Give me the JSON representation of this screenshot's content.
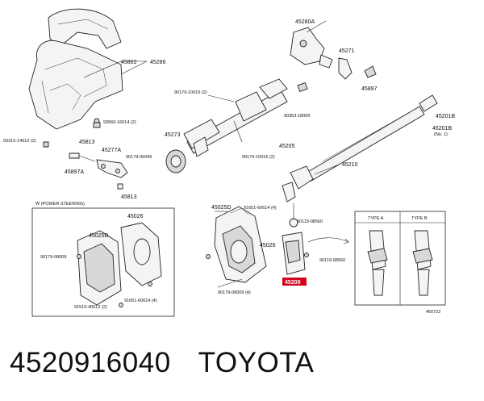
{
  "caption": {
    "part_number": "4520916040",
    "brand": "TOYOTA"
  },
  "diagram": {
    "labels": [
      {
        "id": "45286",
        "text": "45286"
      },
      {
        "id": "45802",
        "text": "45802"
      },
      {
        "id": "93560",
        "text": "93560-16014 (2)"
      },
      {
        "id": "93315",
        "text": "93315-14012 (2)"
      },
      {
        "id": "45813a",
        "text": "45813"
      },
      {
        "id": "45277a",
        "text": "45277A"
      },
      {
        "id": "90179_06045",
        "text": "90179-06045"
      },
      {
        "id": "45897a",
        "text": "45897A"
      },
      {
        "id": "45813b",
        "text": "45813"
      },
      {
        "id": "90179_10016_top",
        "text": "90179-10016 (2)"
      },
      {
        "id": "45273",
        "text": "45273"
      },
      {
        "id": "90179_10016_bot",
        "text": "90179-10016 (2)"
      },
      {
        "id": "90363",
        "text": "90363-18005"
      },
      {
        "id": "45205",
        "text": "45205"
      },
      {
        "id": "45280a",
        "text": "45280A"
      },
      {
        "id": "45271",
        "text": "45271"
      },
      {
        "id": "45897",
        "text": "45897"
      },
      {
        "id": "45201b_1",
        "text": "45201B"
      },
      {
        "id": "45201b_2",
        "text": "45201B"
      },
      {
        "id": "no1",
        "text": "(No. 1)"
      },
      {
        "id": "45210",
        "text": "45210"
      },
      {
        "id": "45025d_right",
        "text": "45025D"
      },
      {
        "id": "91651",
        "text": "91651-60614 (4)"
      },
      {
        "id": "90119_top",
        "text": "90119-08560"
      },
      {
        "id": "45026_right",
        "text": "45026"
      },
      {
        "id": "90119_bot",
        "text": "90119-08560"
      },
      {
        "id": "45209",
        "text": "45209"
      },
      {
        "id": "90179_08009_right",
        "text": "90179-08009 (4)"
      },
      {
        "id": "type_a",
        "text": "TYPE A"
      },
      {
        "id": "type_b",
        "text": "TYPE B"
      },
      {
        "id": "w_power",
        "text": "W (POWER STEERING)"
      },
      {
        "id": "45026_inset",
        "text": "45026"
      },
      {
        "id": "45025d_inset",
        "text": "45025D"
      },
      {
        "id": "90179_08009_inset",
        "text": "90179-08009"
      },
      {
        "id": "91651_inset",
        "text": "91651-60614 (4)"
      },
      {
        "id": "91515",
        "text": "91515-40012 (2)"
      },
      {
        "id": "fig_no",
        "text": "450722"
      }
    ],
    "highlight": "45209"
  }
}
